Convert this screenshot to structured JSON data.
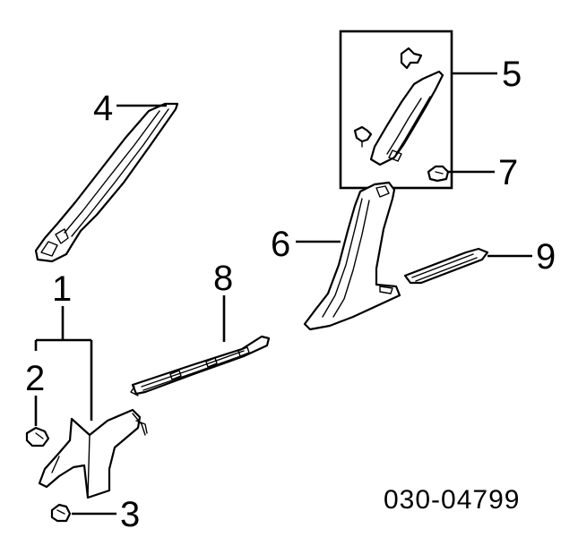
{
  "diagram": {
    "reference_number": "030-04799",
    "callouts": [
      {
        "id": "1",
        "label": "1"
      },
      {
        "id": "2",
        "label": "2"
      },
      {
        "id": "3",
        "label": "3"
      },
      {
        "id": "4",
        "label": "4"
      },
      {
        "id": "5",
        "label": "5"
      },
      {
        "id": "6",
        "label": "6"
      },
      {
        "id": "7",
        "label": "7"
      },
      {
        "id": "8",
        "label": "8"
      },
      {
        "id": "9",
        "label": "9"
      }
    ],
    "colors": {
      "line": "#000000",
      "fill": "#ffffff",
      "background": "#ffffff"
    }
  }
}
